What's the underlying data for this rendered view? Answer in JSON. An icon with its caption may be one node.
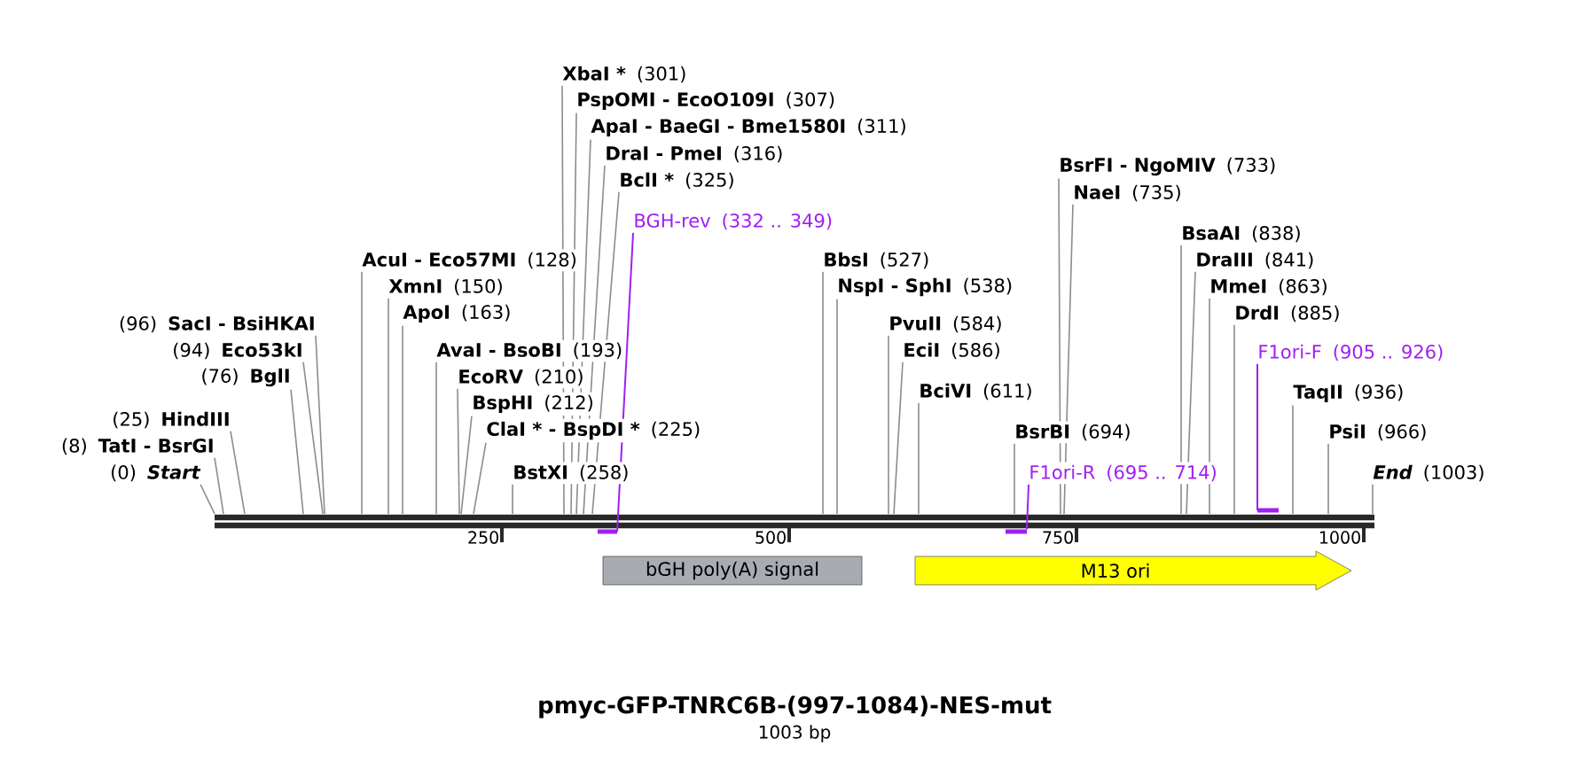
{
  "diagram": {
    "title": "pmyc-GFP-TNRC6B-(997-1084)-NES-mut",
    "caption": "1003 bp",
    "nodes": [
      {
        "text": [
          "(0)",
          "Start"
        ]
      },
      {
        "text": [
          "(8)",
          "TatI - BsrGI"
        ]
      },
      {
        "text": [
          "(25)",
          "HindIII"
        ]
      },
      {
        "text": [
          "(76)",
          "BglI"
        ]
      },
      {
        "text": [
          "(94)",
          "Eco53kI"
        ]
      },
      {
        "text": [
          "(96)",
          "SacI - BsiHKAI"
        ]
      },
      {
        "text": [
          "AcuI - Eco57MI",
          "(128)"
        ]
      },
      {
        "text": [
          "XmnI",
          "(150)"
        ]
      },
      {
        "text": [
          "ApoI",
          "(163)"
        ]
      },
      {
        "text": [
          "AvaI - BsoBI",
          "(193)"
        ]
      },
      {
        "text": [
          "EcoRV",
          "(210)"
        ]
      },
      {
        "text": [
          "BspHI",
          "(212)"
        ]
      },
      {
        "text": [
          "ClaI * - BspDI *",
          "(225)"
        ]
      },
      {
        "text": [
          "BstXI",
          "(258)"
        ]
      },
      {
        "text": [
          "XbaI *",
          "(301)"
        ]
      },
      {
        "text": [
          "PspOMI - EcoO109I",
          "(307)"
        ]
      },
      {
        "text": [
          "ApaI - BaeGI - Bme1580I",
          "(311)"
        ]
      },
      {
        "text": [
          "DraI - PmeI",
          "(316)"
        ]
      },
      {
        "text": [
          "BclI *",
          "(325)"
        ]
      },
      {
        "text": [
          "BGH-rev",
          "(332 .. 349)"
        ]
      },
      {
        "text": [
          "BbsI",
          "(527)"
        ]
      },
      {
        "text": [
          "NspI - SphI",
          "(538)"
        ]
      },
      {
        "text": [
          "PvuII",
          "(584)"
        ]
      },
      {
        "text": [
          "EciI",
          "(586)"
        ]
      },
      {
        "text": [
          "BciVI",
          "(611)"
        ]
      },
      {
        "text": [
          "BsrBI",
          "(694)"
        ]
      },
      {
        "text": [
          "F1ori-R",
          "(695 .. 714)"
        ]
      },
      {
        "text": [
          "BsrFI - NgoMIV",
          "(733)"
        ]
      },
      {
        "text": [
          "NaeI",
          "(735)"
        ]
      },
      {
        "text": [
          "BsaAI",
          "(838)"
        ]
      },
      {
        "text": [
          "DraIII",
          "(841)"
        ]
      },
      {
        "text": [
          "MmeI",
          "(863)"
        ]
      },
      {
        "text": [
          "DrdI",
          "(885)"
        ]
      },
      {
        "text": [
          "F1ori-F",
          "(905 .. 926)"
        ]
      },
      {
        "text": [
          "TaqII",
          "(936)"
        ]
      },
      {
        "text": [
          "PsiI",
          "(966)"
        ]
      },
      {
        "text": [
          "End",
          "(1003)"
        ]
      },
      {
        "text": [
          "bGH poly(A) signal"
        ]
      },
      {
        "text": [
          "M13 ori"
        ]
      }
    ],
    "edges": [
      {
        "from": 0,
        "to": null,
        "arrow": "none"
      },
      {
        "from": 1,
        "to": null,
        "arrow": "none"
      },
      {
        "from": 2,
        "to": null,
        "arrow": "none"
      },
      {
        "from": 3,
        "to": null,
        "arrow": "none"
      },
      {
        "from": 4,
        "to": null,
        "arrow": "none"
      },
      {
        "from": 5,
        "to": null,
        "arrow": "none"
      },
      {
        "from": 6,
        "to": null,
        "arrow": "none"
      },
      {
        "from": 7,
        "to": null,
        "arrow": "none"
      },
      {
        "from": 8,
        "to": null,
        "arrow": "none"
      },
      {
        "from": 9,
        "to": null,
        "arrow": "none"
      },
      {
        "from": 10,
        "to": null,
        "arrow": "none"
      },
      {
        "from": 11,
        "to": null,
        "arrow": "none"
      },
      {
        "from": 12,
        "to": null,
        "arrow": "none"
      },
      {
        "from": 13,
        "to": null,
        "arrow": "none"
      },
      {
        "from": 14,
        "to": null,
        "arrow": "none"
      },
      {
        "from": 15,
        "to": null,
        "arrow": "none"
      },
      {
        "from": 16,
        "to": null,
        "arrow": "none"
      },
      {
        "from": 17,
        "to": null,
        "arrow": "none"
      },
      {
        "from": 18,
        "to": null,
        "arrow": "none"
      },
      {
        "from": 19,
        "to": null,
        "arrow": "none",
        "color": "#a020f0"
      },
      {
        "from": 20,
        "to": null,
        "arrow": "none"
      },
      {
        "from": 21,
        "to": null,
        "arrow": "none"
      },
      {
        "from": 22,
        "to": null,
        "arrow": "none"
      },
      {
        "from": 23,
        "to": null,
        "arrow": "none"
      },
      {
        "from": 24,
        "to": null,
        "arrow": "none"
      },
      {
        "from": 25,
        "to": null,
        "arrow": "none"
      },
      {
        "from": 26,
        "to": null,
        "arrow": "none",
        "color": "#a020f0"
      },
      {
        "from": 27,
        "to": null,
        "arrow": "none"
      },
      {
        "from": 28,
        "to": null,
        "arrow": "none"
      },
      {
        "from": 29,
        "to": null,
        "arrow": "none"
      },
      {
        "from": 30,
        "to": null,
        "arrow": "none"
      },
      {
        "from": 31,
        "to": null,
        "arrow": "none"
      },
      {
        "from": 32,
        "to": null,
        "arrow": "none"
      },
      {
        "from": 33,
        "to": null,
        "arrow": "none",
        "color": "#a020f0"
      },
      {
        "from": 34,
        "to": null,
        "arrow": "none"
      },
      {
        "from": 35,
        "to": null,
        "arrow": "none"
      },
      {
        "from": 36,
        "to": null,
        "arrow": "none"
      }
    ],
    "labels": [
      "250",
      "500",
      "750",
      "1000"
    ]
  }
}
